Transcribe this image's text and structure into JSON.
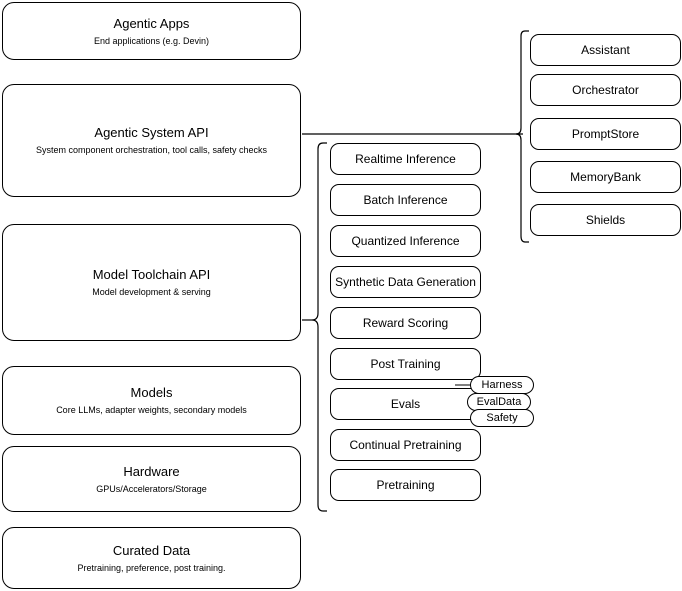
{
  "diagram": {
    "type": "layered-stack-diagram",
    "stroke_color": "#000000",
    "background_color": "#ffffff",
    "layers": [
      {
        "title": "Agentic Apps",
        "subtitle": "End applications (e.g. Devin)"
      },
      {
        "title": "Agentic System API",
        "subtitle": "System component orchestration, tool calls, safety checks"
      },
      {
        "title": "Model Toolchain API",
        "subtitle": "Model development & serving"
      },
      {
        "title": "Models",
        "subtitle": "Core LLMs, adapter weights, secondary models"
      },
      {
        "title": "Hardware",
        "subtitle": "GPUs/Accelerators/Storage"
      },
      {
        "title": "Curated Data",
        "subtitle": "Pretraining, preference, post training."
      }
    ],
    "toolchain_components": [
      {
        "label": "Realtime Inference"
      },
      {
        "label": "Batch Inference"
      },
      {
        "label": "Quantized Inference"
      },
      {
        "label": "Synthetic Data Generation"
      },
      {
        "label": "Reward Scoring"
      },
      {
        "label": "Post Training"
      },
      {
        "label": "Evals"
      },
      {
        "label": "Continual Pretraining"
      },
      {
        "label": "Pretraining"
      }
    ],
    "agentic_components": [
      {
        "label": "Assistant"
      },
      {
        "label": "Orchestrator"
      },
      {
        "label": "PromptStore"
      },
      {
        "label": "MemoryBank"
      },
      {
        "label": "Shields"
      }
    ],
    "evals_badges": [
      {
        "label": "Harness"
      },
      {
        "label": "EvalData"
      },
      {
        "label": "Safety"
      }
    ]
  }
}
